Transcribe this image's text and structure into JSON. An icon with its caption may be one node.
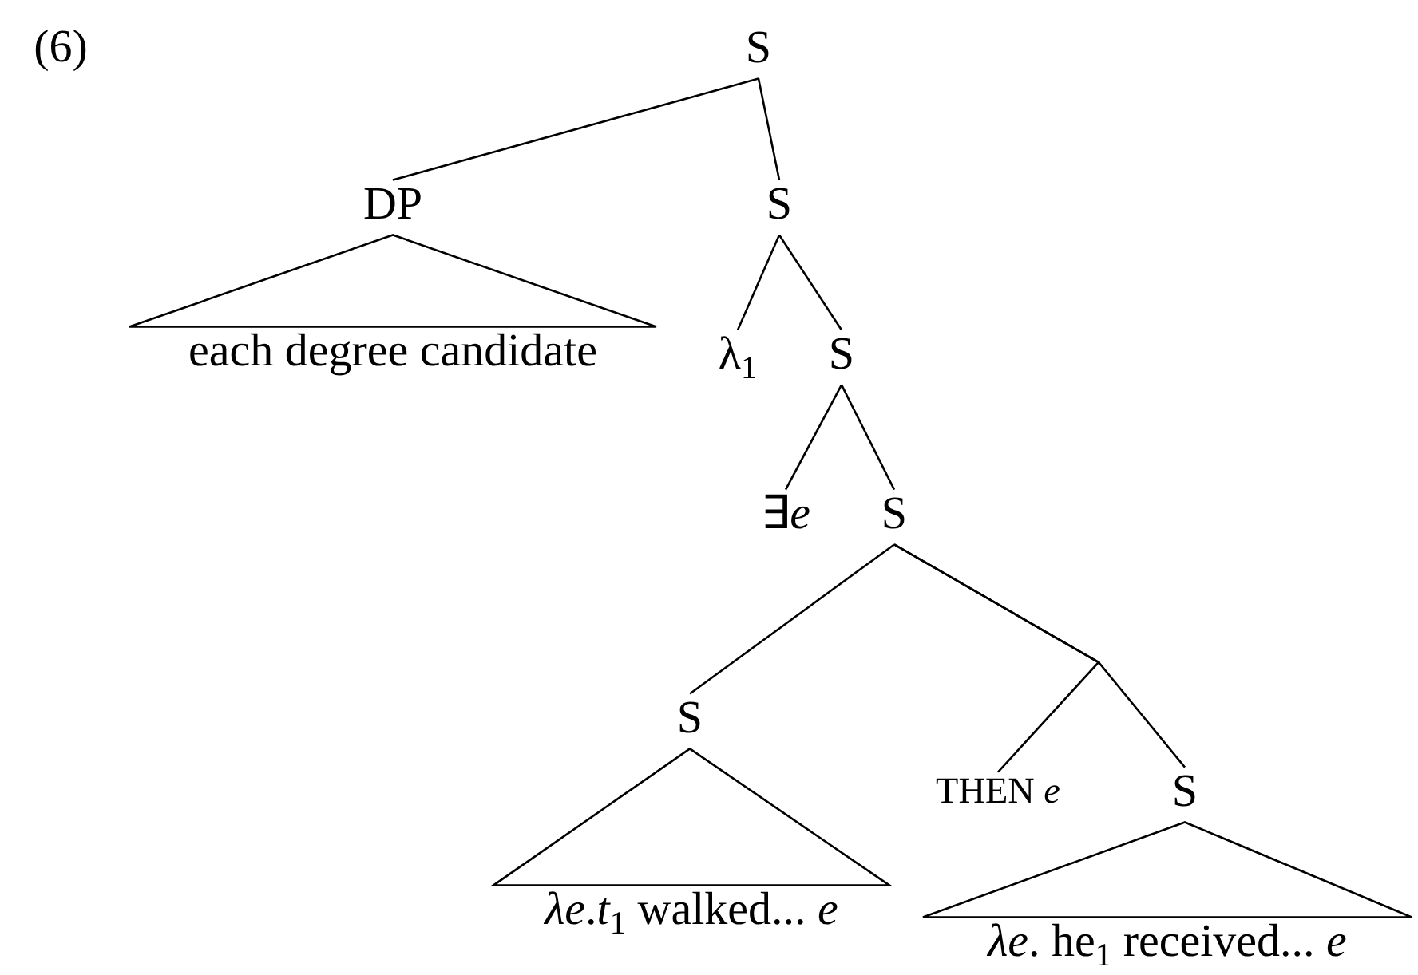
{
  "diagram": {
    "nodes": [
      {
        "text": [
          "S"
        ]
      },
      {
        "text": [
          "DP"
        ]
      },
      {
        "text": [
          "S"
        ]
      },
      {
        "text": [
          "each degree candidate"
        ]
      },
      {
        "text": [
          "λ$_{1}$"
        ]
      },
      {
        "text": [
          "S"
        ]
      },
      {
        "text": [
          "∃*e*"
        ]
      },
      {
        "text": [
          "S"
        ]
      },
      {
        "text": [
          "S"
        ]
      },
      {
        "text": [
          "THEN *e*"
        ]
      },
      {
        "text": [
          "S"
        ]
      },
      {
        "text": [
          "*λe*.*t*$_{1}$ walked... *e*"
        ]
      },
      {
        "text": [
          "*λe*. he$_{1}$ received... *e*"
        ]
      }
    ],
    "edges": [
      {
        "from": 0,
        "to": 1,
        "arrow": "none"
      },
      {
        "from": 0,
        "to": 2,
        "arrow": "none"
      },
      {
        "from": 1,
        "to": 3,
        "arrow": "none"
      },
      {
        "from": 2,
        "to": 4,
        "arrow": "none"
      },
      {
        "from": 2,
        "to": 5,
        "arrow": "none"
      },
      {
        "from": 5,
        "to": 6,
        "arrow": "none"
      },
      {
        "from": 5,
        "to": 7,
        "arrow": "none"
      },
      {
        "from": 7,
        "to": 8,
        "arrow": "none"
      },
      {
        "from": 7,
        "to": 9,
        "arrow": "none"
      },
      {
        "from": 7,
        "to": 10,
        "arrow": "none"
      },
      {
        "from": 8,
        "to": 11,
        "arrow": "none"
      },
      {
        "from": 10,
        "to": 12,
        "arrow": "none"
      }
    ],
    "labels": [
      "(6)"
    ]
  }
}
